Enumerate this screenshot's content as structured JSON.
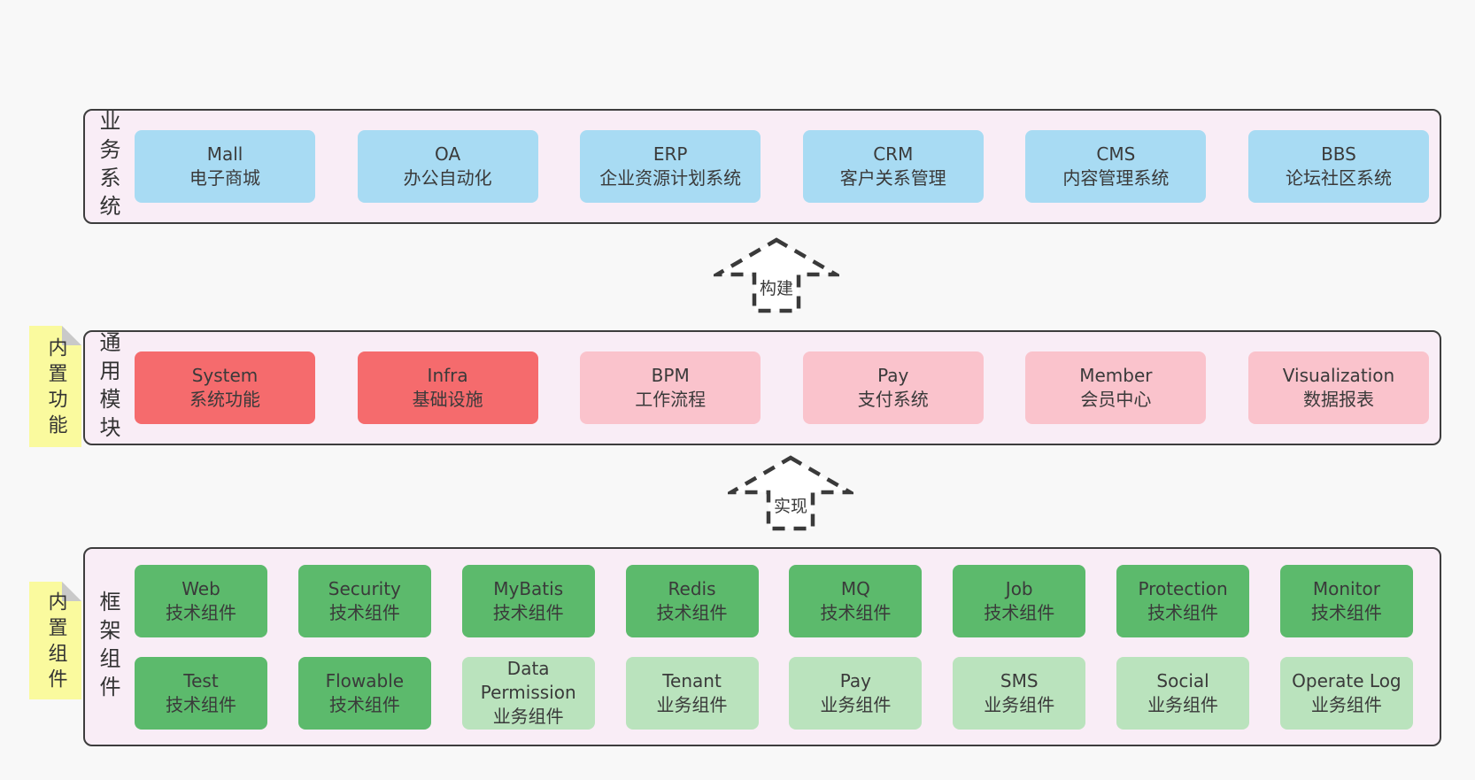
{
  "colors": {
    "page_bg": "#f8f8f8",
    "band_bg": "#f9edf6",
    "band_border": "#3d3d3d",
    "blue": "#a8dbf3",
    "red": "#f56b6d",
    "pink": "#fac3cc",
    "green": "#5cba6c",
    "green_light": "#bae3bd",
    "sticky_yellow": "#fafa9e",
    "text": "#3a3a3a"
  },
  "arrows": [
    {
      "label": "构建"
    },
    {
      "label": "实现"
    }
  ],
  "stickies": [
    {
      "text": "内置功能"
    },
    {
      "text": "内置组件"
    }
  ],
  "bands": [
    {
      "label": "业务系统",
      "rows": [
        {
          "boxes": [
            {
              "title": "Mall",
              "subtitle": "电子商城",
              "variant": "blue"
            },
            {
              "title": "OA",
              "subtitle": "办公自动化",
              "variant": "blue"
            },
            {
              "title": "ERP",
              "subtitle": "企业资源计划系统",
              "variant": "blue"
            },
            {
              "title": "CRM",
              "subtitle": "客户关系管理",
              "variant": "blue"
            },
            {
              "title": "CMS",
              "subtitle": "内容管理系统",
              "variant": "blue"
            },
            {
              "title": "BBS",
              "subtitle": "论坛社区系统",
              "variant": "blue"
            }
          ]
        }
      ]
    },
    {
      "label": "通用模块",
      "rows": [
        {
          "boxes": [
            {
              "title": "System",
              "subtitle": "系统功能",
              "variant": "red"
            },
            {
              "title": "Infra",
              "subtitle": "基础设施",
              "variant": "red"
            },
            {
              "title": "BPM",
              "subtitle": "工作流程",
              "variant": "pink"
            },
            {
              "title": "Pay",
              "subtitle": "支付系统",
              "variant": "pink"
            },
            {
              "title": "Member",
              "subtitle": "会员中心",
              "variant": "pink"
            },
            {
              "title": "Visualization",
              "subtitle": "数据报表",
              "variant": "pink"
            }
          ]
        }
      ]
    },
    {
      "label": "框架组件",
      "rows": [
        {
          "boxes": [
            {
              "title": "Web",
              "subtitle": "技术组件",
              "variant": "green"
            },
            {
              "title": "Security",
              "subtitle": "技术组件",
              "variant": "green"
            },
            {
              "title": "MyBatis",
              "subtitle": "技术组件",
              "variant": "green"
            },
            {
              "title": "Redis",
              "subtitle": "技术组件",
              "variant": "green"
            },
            {
              "title": "MQ",
              "subtitle": "技术组件",
              "variant": "green"
            },
            {
              "title": "Job",
              "subtitle": "技术组件",
              "variant": "green"
            },
            {
              "title": "Protection",
              "subtitle": "技术组件",
              "variant": "green"
            },
            {
              "title": "Monitor",
              "subtitle": "技术组件",
              "variant": "green"
            }
          ]
        },
        {
          "boxes": [
            {
              "title": "Test",
              "subtitle": "技术组件",
              "variant": "green"
            },
            {
              "title": "Flowable",
              "subtitle": "技术组件",
              "variant": "green"
            },
            {
              "title": "Data Permission",
              "subtitle": "业务组件",
              "variant": "green-light"
            },
            {
              "title": "Tenant",
              "subtitle": "业务组件",
              "variant": "green-light"
            },
            {
              "title": "Pay",
              "subtitle": "业务组件",
              "variant": "green-light"
            },
            {
              "title": "SMS",
              "subtitle": "业务组件",
              "variant": "green-light"
            },
            {
              "title": "Social",
              "subtitle": "业务组件",
              "variant": "green-light"
            },
            {
              "title": "Operate Log",
              "subtitle": "业务组件",
              "variant": "green-light"
            }
          ]
        }
      ]
    }
  ]
}
